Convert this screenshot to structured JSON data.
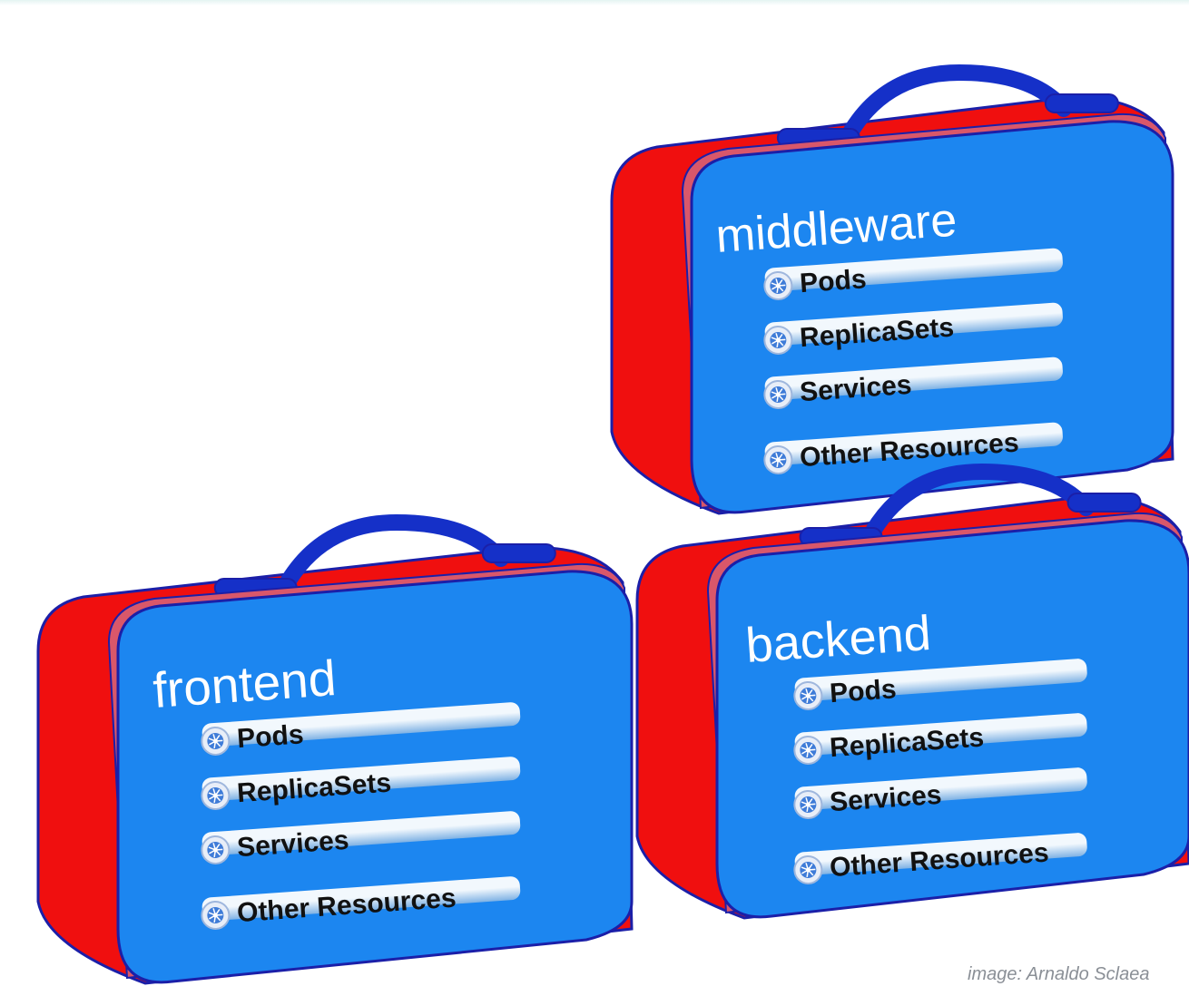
{
  "colors": {
    "case_side": "#f00f0f",
    "case_front": "#1c86f0",
    "outline": "#1b1fa8",
    "handle": "#1530c8",
    "title_text": "#ffffff",
    "bar_light": "#f2f8fd",
    "bar_dark": "#7fb2e4",
    "item_text": "#111111",
    "icon": "#3f7cd8"
  },
  "cases": [
    {
      "name": "middleware",
      "items": [
        {
          "label": "Pods",
          "icon": "kubernetes-helm-icon"
        },
        {
          "label": "ReplicaSets",
          "icon": "kubernetes-helm-icon"
        },
        {
          "label": "Services",
          "icon": "kubernetes-helm-icon"
        },
        {
          "label": "Other Resources",
          "icon": "kubernetes-helm-icon"
        }
      ]
    },
    {
      "name": "frontend",
      "items": [
        {
          "label": "Pods",
          "icon": "kubernetes-helm-icon"
        },
        {
          "label": "ReplicaSets",
          "icon": "kubernetes-helm-icon"
        },
        {
          "label": "Services",
          "icon": "kubernetes-helm-icon"
        },
        {
          "label": "Other Resources",
          "icon": "kubernetes-helm-icon"
        }
      ]
    },
    {
      "name": "backend",
      "items": [
        {
          "label": "Pods",
          "icon": "kubernetes-helm-icon"
        },
        {
          "label": "ReplicaSets",
          "icon": "kubernetes-helm-icon"
        },
        {
          "label": "Services",
          "icon": "kubernetes-helm-icon"
        },
        {
          "label": "Other Resources",
          "icon": "kubernetes-helm-icon"
        }
      ]
    }
  ],
  "credit": "image: Arnaldo Sclaea"
}
